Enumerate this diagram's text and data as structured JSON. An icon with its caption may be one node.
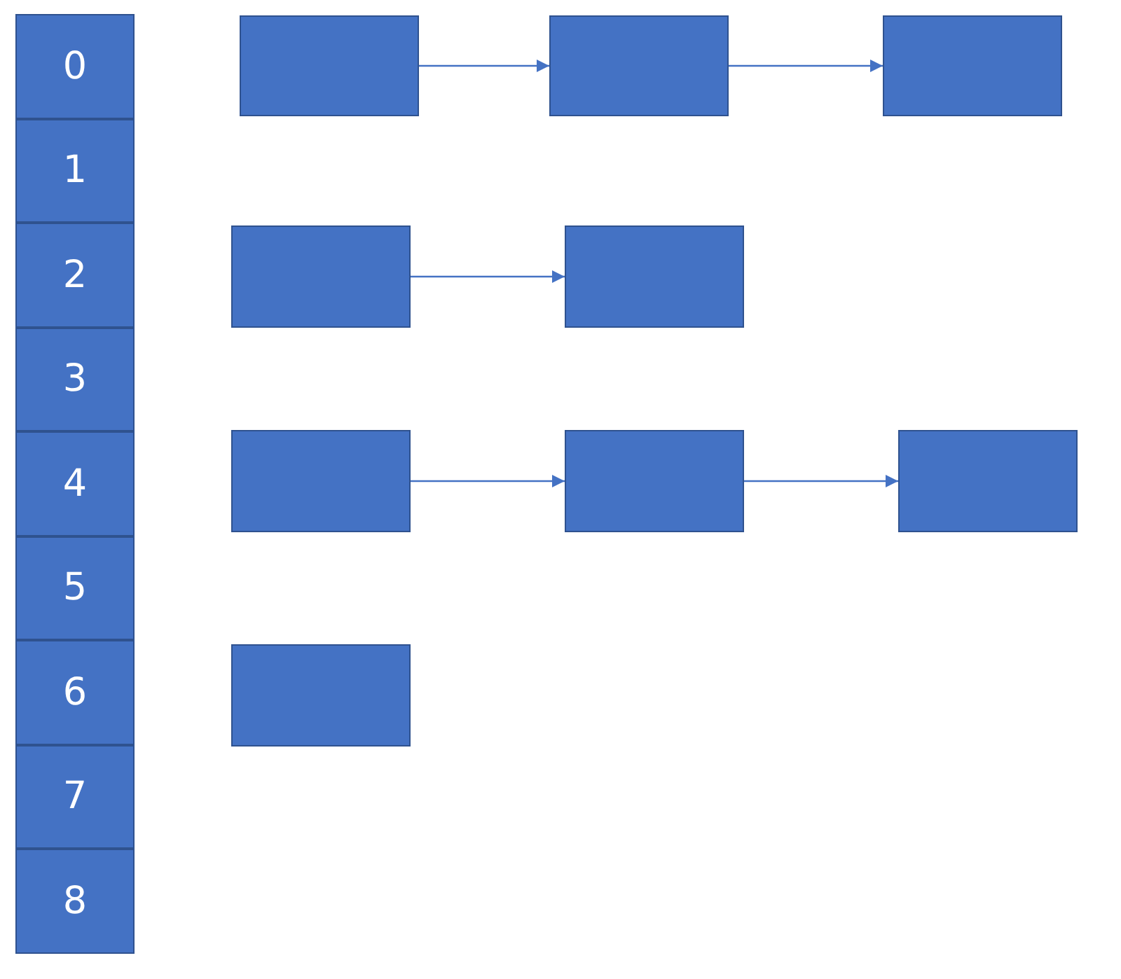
{
  "diagram": {
    "nodes": [
      {
        "text": [
          "0"
        ]
      },
      {
        "text": [
          "1"
        ]
      },
      {
        "text": [
          "2"
        ]
      },
      {
        "text": [
          "3"
        ]
      },
      {
        "text": [
          "4"
        ]
      },
      {
        "text": [
          "5"
        ]
      },
      {
        "text": [
          "6"
        ]
      },
      {
        "text": [
          "7"
        ]
      },
      {
        "text": [
          "8"
        ]
      },
      {
        "text": [],
        "shape": "box"
      },
      {
        "text": [],
        "shape": "box"
      },
      {
        "text": [],
        "shape": "box"
      },
      {
        "text": [],
        "shape": "box"
      },
      {
        "text": [],
        "shape": "box"
      },
      {
        "text": [],
        "shape": "box"
      },
      {
        "text": [],
        "shape": "box"
      },
      {
        "text": [],
        "shape": "box"
      },
      {
        "text": [],
        "shape": "box"
      }
    ],
    "edges": [
      {
        "from": 9,
        "to": 10,
        "arrow": "to"
      },
      {
        "from": 10,
        "to": 11,
        "arrow": "to"
      },
      {
        "from": 12,
        "to": 13,
        "arrow": "to"
      },
      {
        "from": 14,
        "to": 15,
        "arrow": "to"
      },
      {
        "from": 15,
        "to": 16,
        "arrow": "to"
      }
    ]
  }
}
